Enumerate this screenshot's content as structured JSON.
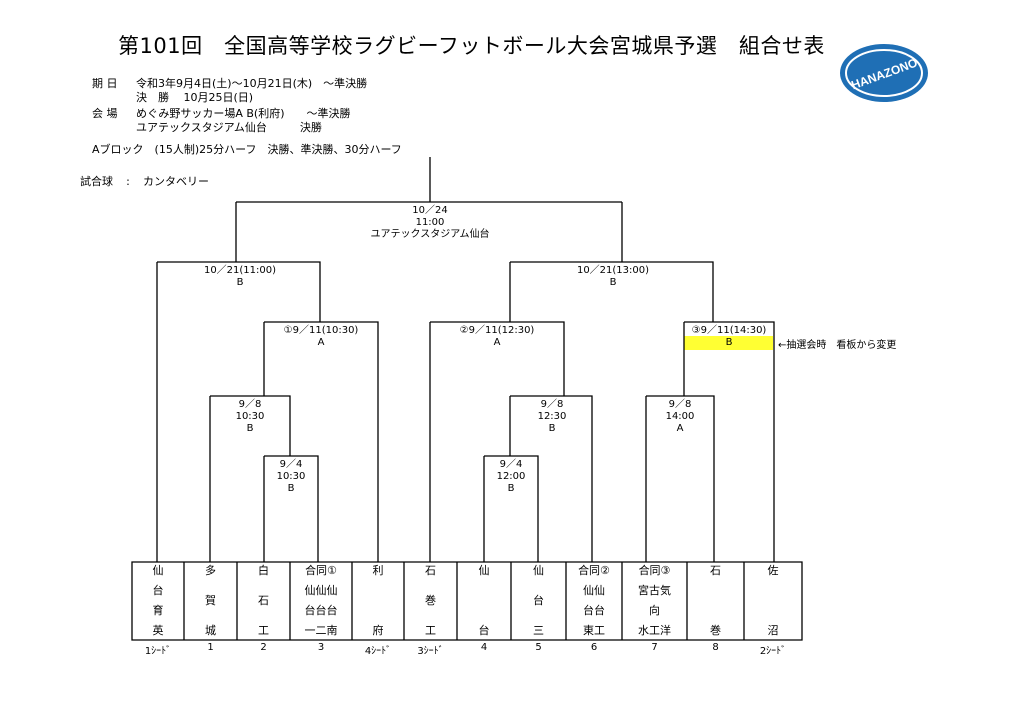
{
  "title": "第101回　全国高等学校ラグビーフットボール大会宮城県予選　組合せ表",
  "logo_text": "HANAZONO",
  "info": {
    "period_label": "期 日",
    "period_line1": "令和3年9月4日(土)～10月21日(木)　～準決勝",
    "period_line2": "決　勝　 10月25日(日)",
    "venue_label": "会 場",
    "venue_line1": "めぐみ野サッカー場A B(利府)　　～準決勝",
    "venue_line2": "ユアテックスタジアム仙台　　　決勝",
    "block": "Aブロック　(15人制)25分ハーフ　決勝、準決勝、30分ハーフ",
    "ball_label": "試合球",
    "ball_sep": ":",
    "ball_value": "カンタベリー"
  },
  "matches": {
    "final": [
      "10／24",
      "11:00",
      "ユアテックスタジアム仙台"
    ],
    "semi_left": [
      "10／21(11:00)",
      "B"
    ],
    "semi_right": [
      "10／21(13:00)",
      "B"
    ],
    "m1": [
      "①9／11(10:30)",
      "A"
    ],
    "m2": [
      "②9／11(12:30)",
      "A"
    ],
    "m3": [
      "③9／11(14:30)",
      "B"
    ],
    "r1_left": [
      "9／8",
      "10:30",
      "B"
    ],
    "r1_mid": [
      "9／8",
      "12:30",
      "B"
    ],
    "r1_right": [
      "9／8",
      "14:00",
      "A"
    ],
    "r0_left": [
      "9／4",
      "10:30",
      "B"
    ],
    "r0_mid": [
      "9／4",
      "12:00",
      "B"
    ]
  },
  "note": "←抽選会時　看板から変更",
  "highlight_color": "#ffff33",
  "teams": [
    {
      "lines": [
        "仙",
        "台",
        "育",
        "英"
      ],
      "num": "1ｼｰﾄﾞ"
    },
    {
      "lines": [
        "多",
        "賀",
        "城"
      ],
      "num": "1"
    },
    {
      "lines": [
        "白",
        "石",
        "工"
      ],
      "num": "2"
    },
    {
      "lines": [
        "合同①",
        "仙仙仙",
        "台台台",
        "一二南"
      ],
      "num": "3"
    },
    {
      "lines": [
        "利",
        "府"
      ],
      "num": "4ｼｰﾄﾞ"
    },
    {
      "lines": [
        "石",
        "巻",
        "工"
      ],
      "num": "3ｼｰﾄﾞ"
    },
    {
      "lines": [
        "仙",
        "台"
      ],
      "num": "4"
    },
    {
      "lines": [
        "仙",
        "台",
        "三"
      ],
      "num": "5"
    },
    {
      "lines": [
        "合同②",
        "仙仙",
        "台台",
        "東工"
      ],
      "num": "6"
    },
    {
      "lines": [
        "合同③",
        "宮古気",
        "向",
        "水工洋"
      ],
      "num": "7"
    },
    {
      "lines": [
        "石",
        "巻"
      ],
      "num": "8"
    },
    {
      "lines": [
        "佐",
        "沼"
      ],
      "num": "2ｼｰﾄﾞ"
    }
  ]
}
